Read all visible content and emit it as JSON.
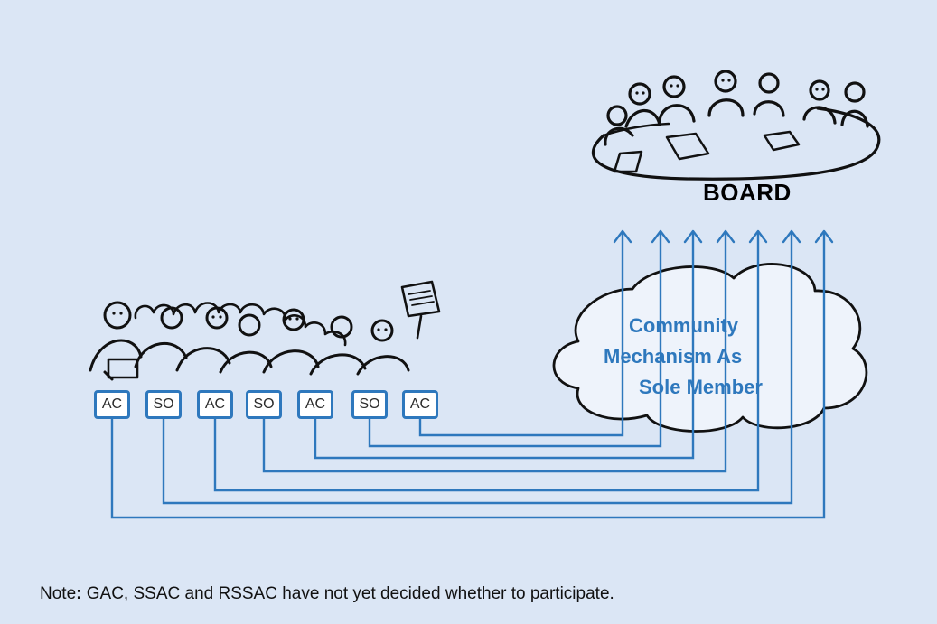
{
  "board": {
    "label": "BOARD"
  },
  "cloud": {
    "line1": "Community",
    "line2": "Mechanism As",
    "line3": "Sole Member"
  },
  "groups": [
    {
      "label": "AC"
    },
    {
      "label": "SO"
    },
    {
      "label": "AC"
    },
    {
      "label": "SO"
    },
    {
      "label": "AC"
    },
    {
      "label": "SO"
    },
    {
      "label": "AC"
    }
  ],
  "note": {
    "prefix": "Note",
    "separator": ":",
    "text": " GAC, SSAC and RSSAC have not yet decided whether to participate."
  },
  "colors": {
    "background": "#dbe6f5",
    "accent": "#2e78bd",
    "cloud_fill": "#eef3fb",
    "ink": "#111111"
  }
}
